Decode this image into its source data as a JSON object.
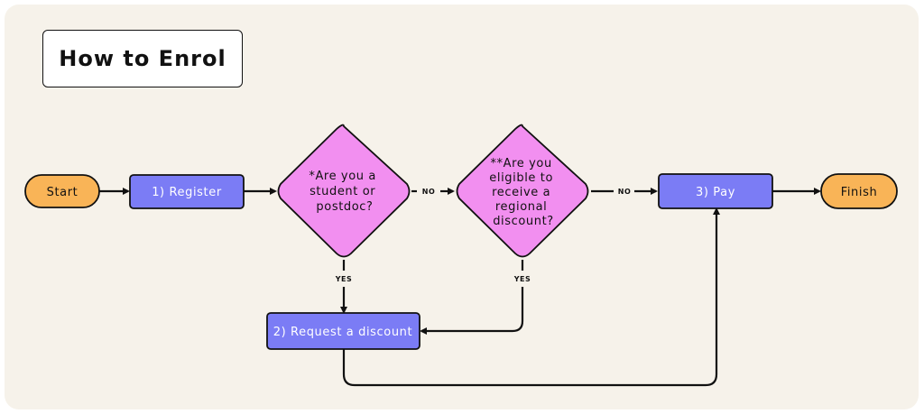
{
  "title": "How to Enrol",
  "colors": {
    "terminal": "#f9b457",
    "process": "#7b7cf5",
    "decision": "#f28ff0",
    "background": "#f6f2ea",
    "stroke": "#111111"
  },
  "nodes": {
    "start": "Start",
    "register": "1) Register",
    "q_student": [
      "*Are you a",
      "student or",
      "postdoc?"
    ],
    "q_regional": [
      "**Are you",
      "eligible to",
      "receive a",
      "regional",
      "discount?"
    ],
    "pay": "3) Pay",
    "finish": "Finish",
    "request_discount": "2) Request a discount"
  },
  "edge_labels": {
    "student_no": "NO",
    "regional_no": "NO",
    "student_yes": "YES",
    "regional_yes": "YES"
  }
}
